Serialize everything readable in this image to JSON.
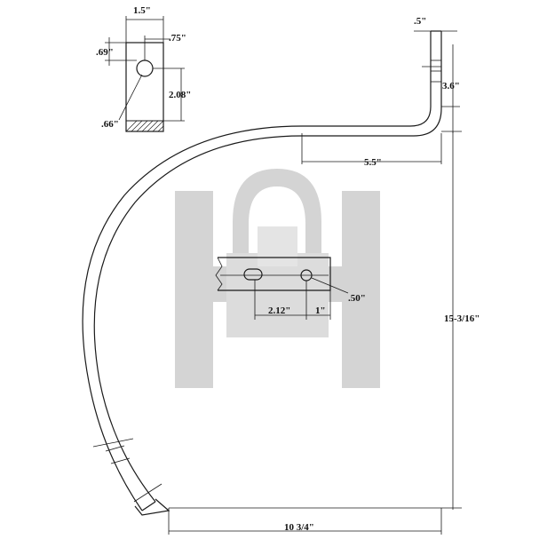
{
  "dimensions": {
    "plate_width": "1.5\"",
    "hole_offset": ".75\"",
    "hole_top": ".69\"",
    "hole_to_base": "2.08\"",
    "hole_dia": ".66\"",
    "tip_width": ".5\"",
    "tip_length": "3.6\"",
    "arm_length": "5.5\"",
    "height": "15-3/16\"",
    "width": "10 3/4\"",
    "slot_spacing": "2.12\"",
    "slot_end": "1\"",
    "slot_hole": ".50\""
  },
  "colors": {
    "line": "#1a1a1a",
    "watermark": "#d0d0d0"
  }
}
